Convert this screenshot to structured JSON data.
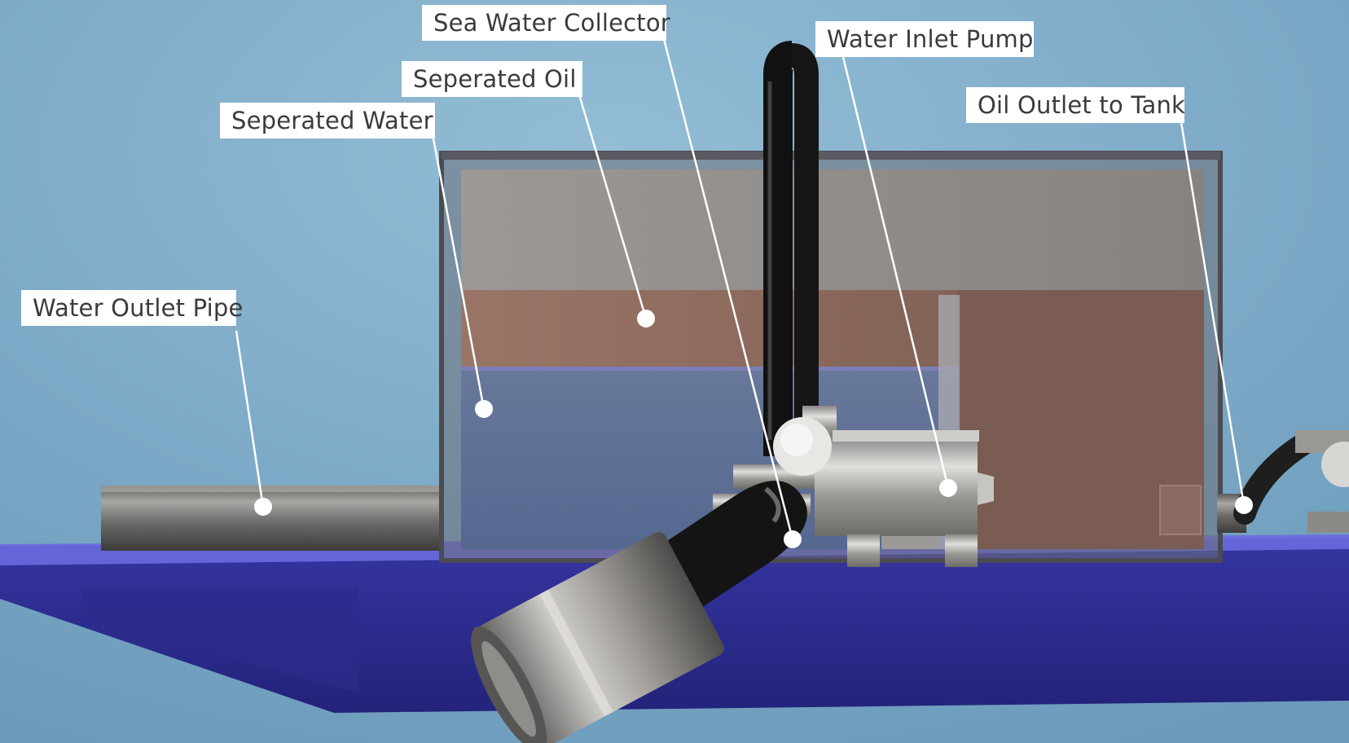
{
  "labels": {
    "sea_water_collector": "Sea Water Collector",
    "water_inlet_pump": "Water Inlet Pump",
    "seperated_oil": "Seperated Oil",
    "oil_outlet_to_tank": "Oil Outlet to Tank",
    "seperated_water": "Seperated Water",
    "water_outlet_pipe": "Water Outlet Pipe"
  },
  "colors": {
    "background": "#7fa9c6",
    "hull": "#2f2f95",
    "hull_deck": "#6a6ae0",
    "oil_layer": "#8a6a60",
    "water_layer": "#5c6f93",
    "air_layer": "#918e8c",
    "pipe_metal": "#7f7e7c",
    "label_bg": "#ffffff",
    "leader_line": "#ffffff"
  },
  "icons": {
    "marker": "circle-marker-icon"
  }
}
